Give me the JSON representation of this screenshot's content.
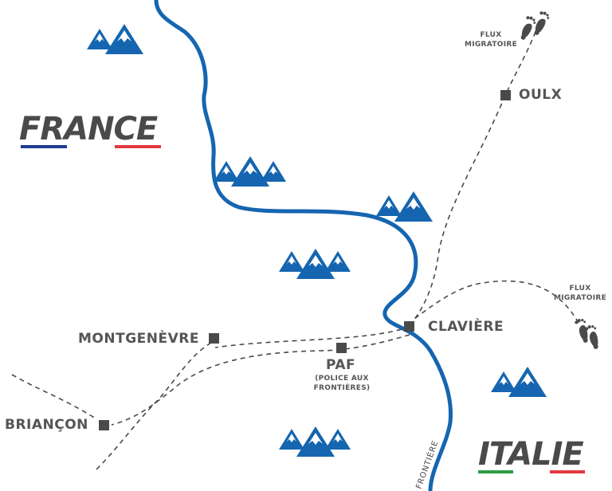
{
  "countries": {
    "france": {
      "name": "FRANCE",
      "flag_colors": [
        "#1f3d8f",
        "#ffffff",
        "#e03a3e"
      ]
    },
    "italie": {
      "name": "ITALIE",
      "flag_colors": [
        "#2e9a44",
        "#ffffff",
        "#e03a3e"
      ]
    }
  },
  "places": {
    "oulx": "OULX",
    "claviere": "CLAVIÈRE",
    "montgenevre": "MONTGENÈVRE",
    "briancon": "BRIANÇON",
    "paf": "PAF",
    "paf_sub_1": "(POLICE AUX",
    "paf_sub_2": "FRONTIÈRES)"
  },
  "flux": {
    "north": {
      "line1": "FLUX",
      "line2": "MIGRATOIRE"
    },
    "east": {
      "line1": "FLUX",
      "line2": "MIGRATOIRE"
    }
  },
  "border_label": "FRONTIÈRE",
  "colors": {
    "border": "#1565b0",
    "mountain": "#1565b0",
    "marker": "#4a4a4a",
    "route": "#4a4a4a",
    "text": "#555555"
  },
  "icons": {
    "mountain": "mountain-icon",
    "marker": "square-marker-icon",
    "footprints": "footprints-icon"
  }
}
